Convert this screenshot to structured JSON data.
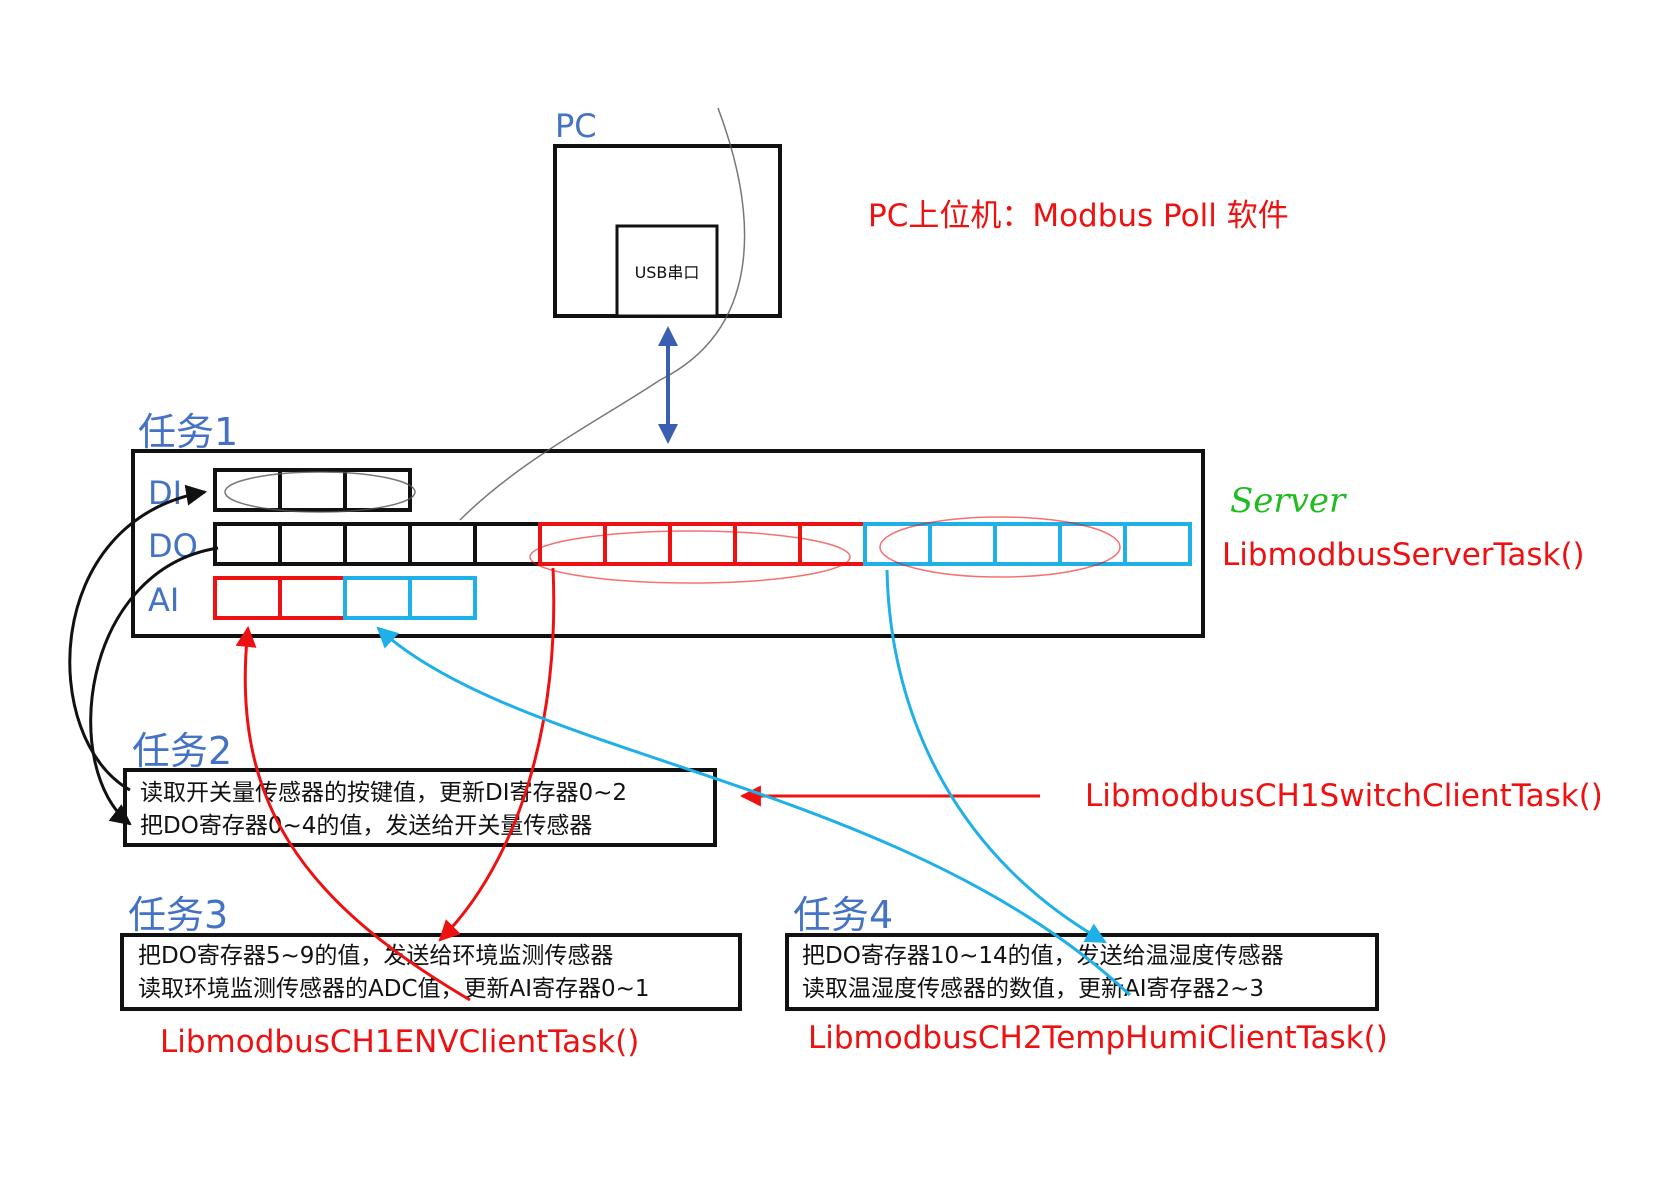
{
  "pc": {
    "label": "PC",
    "usb_label": "USB串口",
    "software_note": "PC上位机：Modbus Poll 软件"
  },
  "task1": {
    "label": "任务1",
    "server_handwritten": "Server",
    "server_function": "LibmodbusServerTask()",
    "rows": [
      {
        "name": "DI",
        "cells": [
          "black",
          "black",
          "black"
        ]
      },
      {
        "name": "DO",
        "cells": [
          "black",
          "black",
          "black",
          "black",
          "black",
          "red",
          "red",
          "red",
          "red",
          "red",
          "blue",
          "blue",
          "blue",
          "blue",
          "blue"
        ]
      },
      {
        "name": "AI",
        "cells": [
          "red",
          "red",
          "blue",
          "blue"
        ]
      }
    ]
  },
  "task2": {
    "label": "任务2",
    "line1": "读取开关量传感器的按键值，更新DI寄存器0~2",
    "line2": "把DO寄存器0~4的值，发送给开关量传感器",
    "function": "LibmodbusCH1SwitchClientTask()"
  },
  "task3": {
    "label": "任务3",
    "line1": "把DO寄存器5~9的值，发送给环境监测传感器",
    "line2": "读取环境监测传感器的ADC值，更新AI寄存器0~1",
    "function": "LibmodbusCH1ENVClientTask()"
  },
  "task4": {
    "label": "任务4",
    "line1": "把DO寄存器10~14的值，发送给温湿度传感器",
    "line2": "读取温湿度传感器的数值，更新AI寄存器2~3",
    "function": "LibmodbusCH2TempHumiClientTask()"
  },
  "colors": {
    "black": "#111111",
    "red": "#ee1111",
    "blue": "#1fb0e8",
    "label_blue": "#4472c4",
    "arrow_navy": "#3a5fb0",
    "sketch_gray": "#555555",
    "server_green": "#22bb22"
  }
}
